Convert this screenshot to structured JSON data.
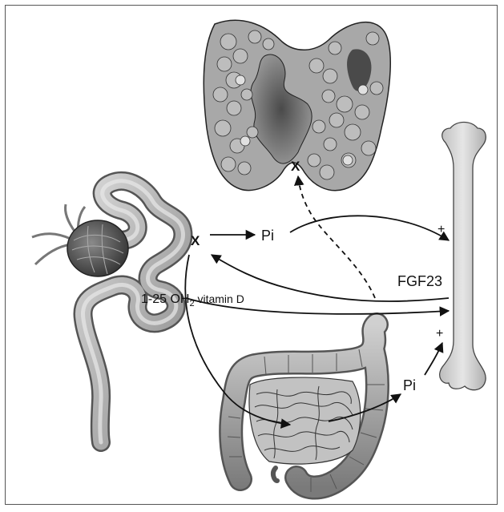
{
  "labels": {
    "pi_top": "Pi",
    "pi_bottom": "Pi",
    "fgf23": "FGF23",
    "vitamin_d_prefix": "1-25 OH",
    "vitamin_d_sub": "2",
    "vitamin_d_suffix": " vitamin D",
    "inhibit_kidney": "X",
    "inhibit_parathyroid": "X",
    "plus_top": "+",
    "plus_bottom": "+"
  },
  "colors": {
    "organ_light": "#c9c9c9",
    "organ_mid": "#9a9a9a",
    "organ_dark": "#3d3d3d",
    "line": "#111111"
  }
}
